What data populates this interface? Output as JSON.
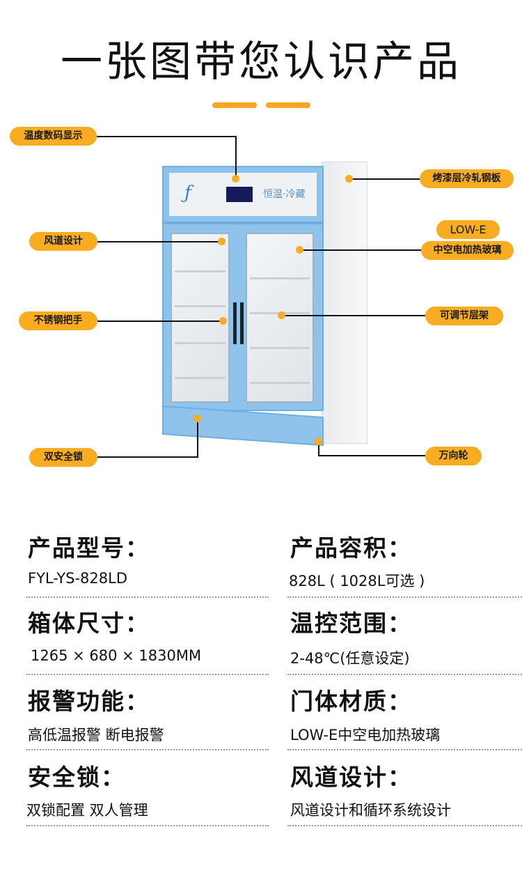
{
  "title": "一张图带您认识产品",
  "product": {
    "panel_text": "恒温·冷藏"
  },
  "callouts": {
    "display": "温度数码显示",
    "duct": "风道设计",
    "handle": "不锈钢把手",
    "lock": "双安全锁",
    "steel": "烤漆层冷轧钢板",
    "lowe": "LOW-E",
    "glass": "中空电加热玻璃",
    "shelf": "可调节层架",
    "wheel": "万向轮"
  },
  "specs": [
    {
      "label": "产品型号：",
      "value": "FYL-YS-828LD"
    },
    {
      "label": "产品容积：",
      "value": "828L ( 1028L可选 )"
    },
    {
      "label": "箱体尺寸：",
      "value": "1265 × 680 × 1830MM"
    },
    {
      "label": "温控范围：",
      "value": "2-48℃(任意设定)"
    },
    {
      "label": "报警功能：",
      "value": "高低温报警 断电报警"
    },
    {
      "label": "门体材质：",
      "value": "LOW-E中空电加热玻璃"
    },
    {
      "label": "安全锁：",
      "value": "双锁配置 双人管理"
    },
    {
      "label": "风道设计：",
      "value": "风道设计和循环系统设计"
    }
  ],
  "colors": {
    "accent": "#F7AC22",
    "fridge_blue": "#8FC3EC"
  }
}
